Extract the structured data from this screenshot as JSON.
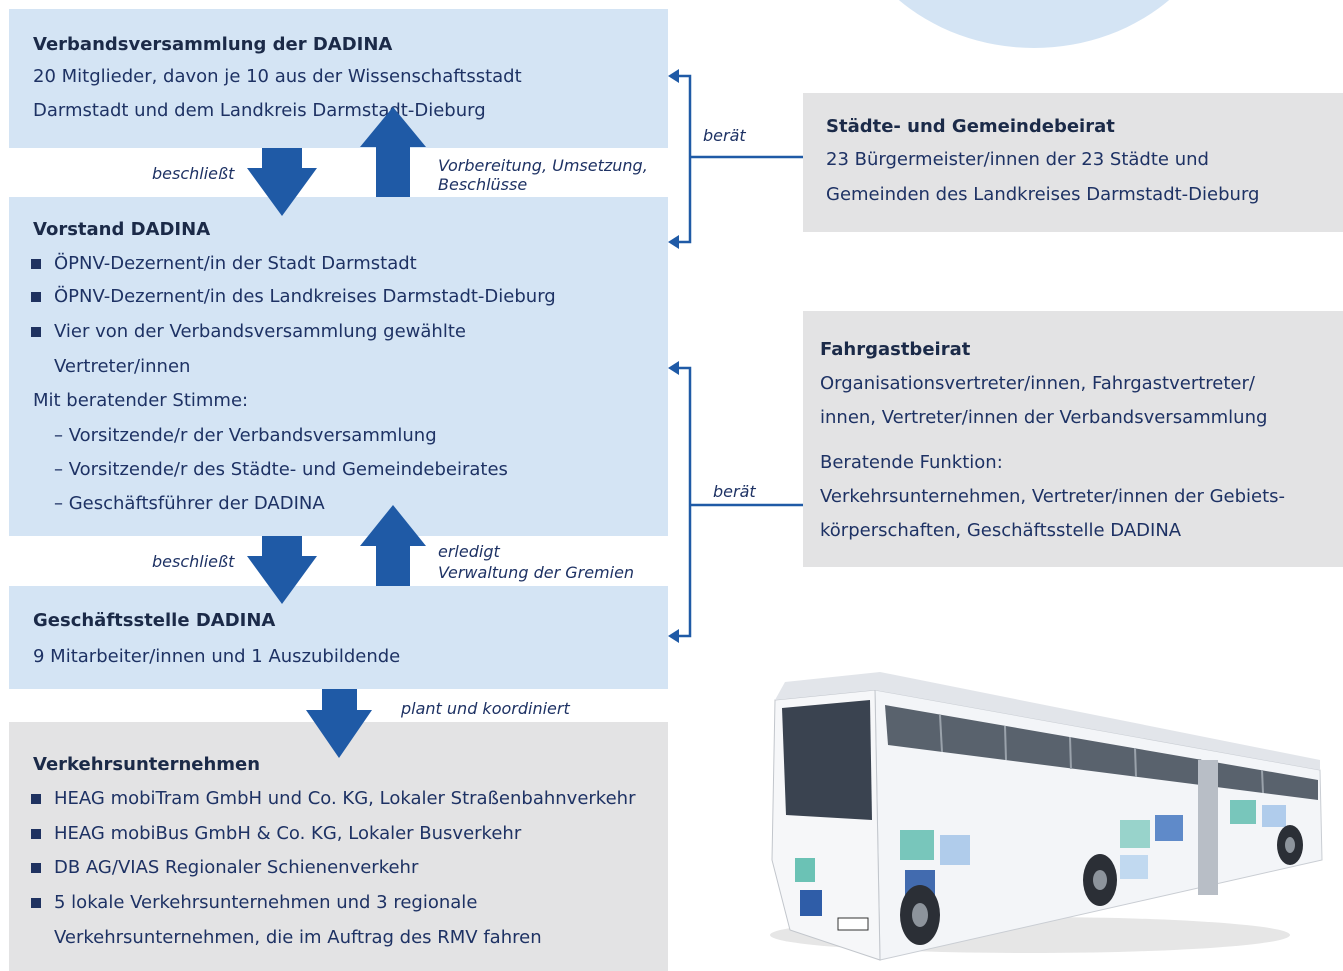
{
  "versammlung": {
    "title": "Verbandsversammlung der DADINA",
    "lines": [
      "20 Mitglieder, davon je 10 aus der Wissenschaftsstadt",
      "Darmstadt und dem Landkreis Darmstadt-Dieburg"
    ]
  },
  "vorstand": {
    "title": "Vorstand DADINA",
    "bullets": [
      "ÖPNV-Dezernent/in der Stadt Darmstadt",
      "ÖPNV-Dezernent/in des Landkreises Darmstadt-Dieburg",
      "Vier von der Verbandsversammlung gewählte",
      "Vertreter/innen"
    ],
    "subheading": "Mit beratender Stimme:",
    "dash_items": [
      "– Vorsitzende/r der Verbandsversammlung",
      "– Vorsitzende/r des Städte- und Gemeindebeirates",
      "– Geschäftsführer der DADINA"
    ]
  },
  "geschaeftsstelle": {
    "title": "Geschäftsstelle DADINA",
    "line": "9 Mitarbeiter/innen und 1 Auszubildende"
  },
  "verkehr": {
    "title": "Verkehrsunternehmen",
    "bullets": [
      "HEAG mobiTram GmbH und Co. KG, Lokaler Straßenbahnverkehr",
      "HEAG mobiBus GmbH & Co. KG, Lokaler Busverkehr",
      "DB AG/VIAS Regionaler Schienenverkehr",
      "5 lokale Verkehrsunternehmen und 3 regionale",
      "Verkehrsunternehmen, die im Auftrag des RMV fahren"
    ]
  },
  "staedtebeirat": {
    "title": "Städte- und Gemeindebeirat",
    "lines": [
      "23 Bürgermeister/innen der 23 Städte und",
      "Gemeinden des Landkreises Darmstadt-Dieburg"
    ]
  },
  "fahrgastbeirat": {
    "title": "Fahrgastbeirat",
    "lines": [
      "Organisationsvertreter/innen, Fahrgastvertreter/",
      "innen, Vertreter/innen der Verbandsversammlung",
      "Beratende Funktion:",
      "Verkehrsunternehmen, Vertreter/innen der Gebiets-",
      "körperschaften, Geschäftsstelle DADINA"
    ]
  },
  "labels": {
    "beschliesst_1": "beschließt",
    "vorbereitung_1": "Vorbereitung, Umsetzung,",
    "vorbereitung_2": "Beschlüsse",
    "beschliesst_2": "beschließt",
    "erledigt_1": "erledigt",
    "erledigt_2": "Verwaltung der Gremien",
    "plant": "plant und koordiniert",
    "beraet_1": "berät",
    "beraet_2": "berät"
  },
  "colors": {
    "arrow": "#1f5aa6",
    "box_blue": "#d4e4f4",
    "box_grey": "#e3e3e4",
    "text": "#1e3264"
  }
}
